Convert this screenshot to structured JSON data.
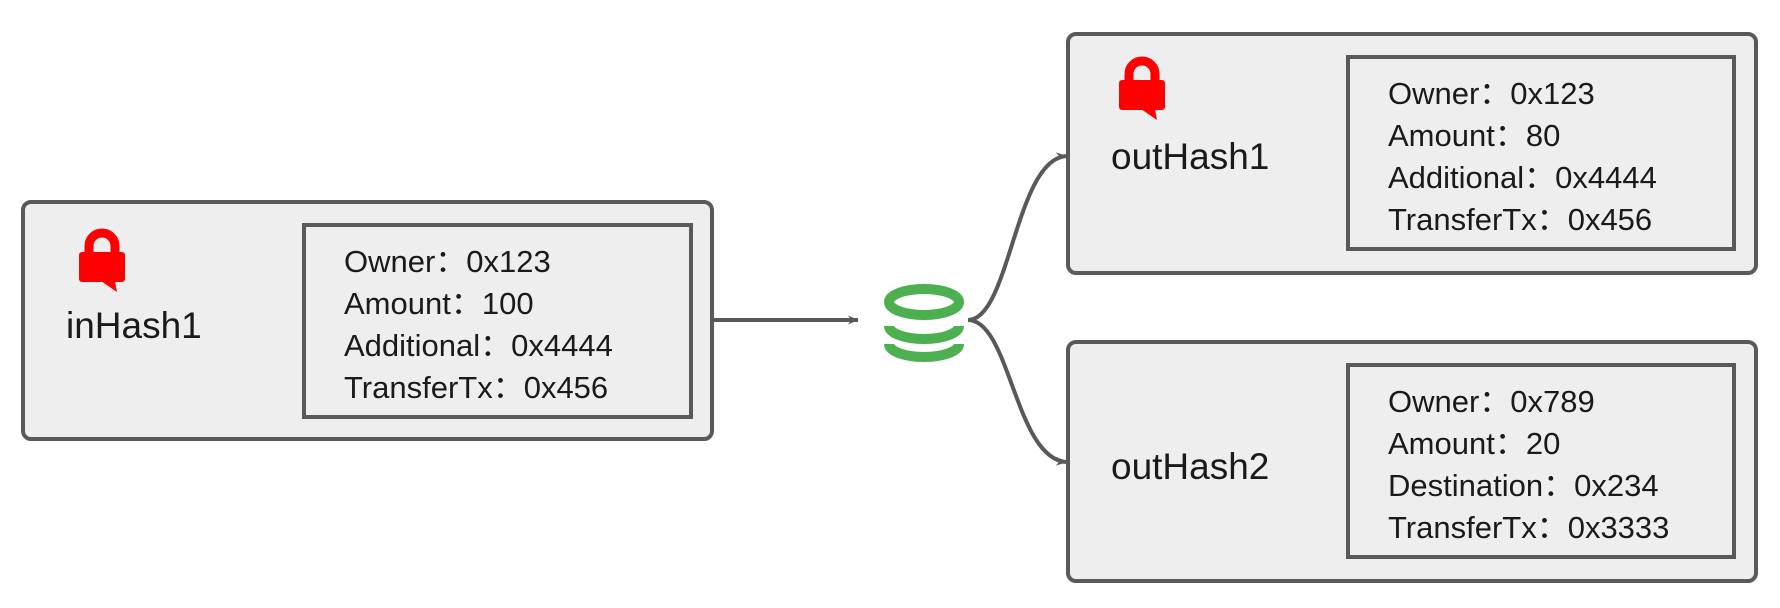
{
  "nodes": {
    "input": {
      "title": "inHash1",
      "icon": "lock-icon",
      "fields": [
        "Owner：0x123",
        "Amount：100",
        "Additional：0x4444",
        "TransferTx：0x456"
      ]
    },
    "output1": {
      "title": "outHash1",
      "icon": "lock-icon",
      "fields": [
        "Owner：0x123",
        "Amount：80",
        "Additional：0x4444",
        "TransferTx：0x456"
      ]
    },
    "output2": {
      "title": "outHash2",
      "fields": [
        "Owner：0x789",
        "Amount：20",
        "Destination：0x234",
        "TransferTx：0x3333"
      ]
    }
  },
  "center_icon": "coin-stack-icon",
  "colors": {
    "lock": "#ff0000",
    "coins": "#4caf50",
    "border": "#595959",
    "box_fill": "#eeeeee",
    "arrow": "#595959"
  }
}
